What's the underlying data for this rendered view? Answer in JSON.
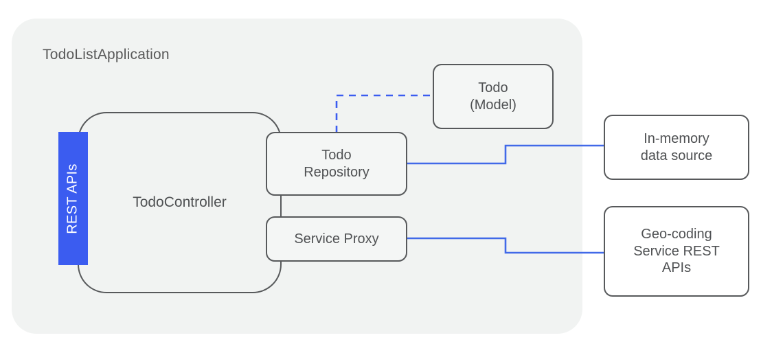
{
  "diagram": {
    "title": "TodoListApplication",
    "type": "architecture-diagram",
    "colors": {
      "container_fill": "#f1f3f2",
      "node_stroke": "#57595b",
      "node_text": "#4f5153",
      "accent_blue": "#3b5cf0",
      "connector_blue": "#4169e8",
      "page_background": "#ffffff"
    },
    "container": {
      "label": "TodoListApplication"
    },
    "nodes": [
      {
        "id": "rest-apis",
        "label": "REST APIs",
        "style": "blue-bar",
        "orientation": "vertical"
      },
      {
        "id": "todo-controller",
        "label": "TodoController",
        "style": "rounded-large"
      },
      {
        "id": "todo-repository",
        "label": "Todo\nRepository",
        "style": "rounded"
      },
      {
        "id": "service-proxy",
        "label": "Service Proxy",
        "style": "rounded"
      },
      {
        "id": "todo-model",
        "label": "Todo\n(Model)",
        "style": "rounded"
      },
      {
        "id": "in-memory",
        "label": "In-memory\ndata source",
        "style": "rounded",
        "external": true
      },
      {
        "id": "geo-coding",
        "label": "Geo-coding\nService REST\nAPIs",
        "style": "rounded",
        "external": true
      }
    ],
    "connections": [
      {
        "from": "todo-repository",
        "to": "todo-model",
        "style": "dashed",
        "color": "#3b5cf0"
      },
      {
        "from": "todo-repository",
        "to": "in-memory",
        "style": "solid",
        "color": "#4169e8"
      },
      {
        "from": "service-proxy",
        "to": "geo-coding",
        "style": "solid",
        "color": "#4169e8"
      },
      {
        "from": "todo-repository",
        "to": "service-proxy",
        "style": "solid",
        "color": "#57595b"
      }
    ]
  }
}
